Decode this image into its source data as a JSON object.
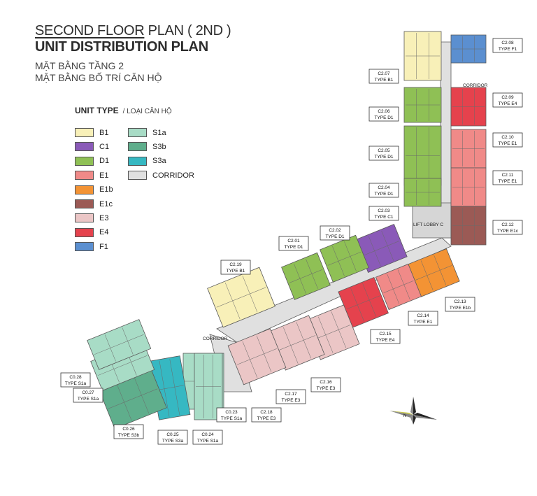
{
  "header": {
    "title_part1": "SECOND FLOOR",
    "title_part2": " PLAN ( 2ND )",
    "title_line2": "UNIT DISTRIBUTION PLAN",
    "subtitle_line1": "MẶT BẰNG TẦNG 2",
    "subtitle_line2": "MẶT BẰNG BỐ TRÍ CĂN HỘ"
  },
  "legend": {
    "title": "UNIT TYPE",
    "title_vn": "/ LOẠI CĂN HỘ",
    "items": [
      {
        "label": "B1",
        "color": "#f8f0b8"
      },
      {
        "label": "C1",
        "color": "#8a5ab8"
      },
      {
        "label": "D1",
        "color": "#8fc055"
      },
      {
        "label": "E1",
        "color": "#f08a88"
      },
      {
        "label": "E1b",
        "color": "#f39334"
      },
      {
        "label": "E1c",
        "color": "#9b5a55"
      },
      {
        "label": "E3",
        "color": "#ebc6c6"
      },
      {
        "label": "E4",
        "color": "#e5424d"
      },
      {
        "label": "F1",
        "color": "#5b8fd0"
      },
      {
        "label": "S1a",
        "color": "#a8dcc6"
      },
      {
        "label": "S3b",
        "color": "#5fae8c"
      },
      {
        "label": "S3a",
        "color": "#36b8c2"
      },
      {
        "label": "CORRIDOR",
        "color": "#e0e0e0"
      }
    ]
  },
  "plan": {
    "corridor_label_1": "CORRIDOR",
    "corridor_label_2": "CORRIDOR",
    "lift_lobby": "LIFT LOBBY C",
    "compass_letter": "N",
    "units": [
      {
        "code": "C2.08",
        "type": "TYPE F1"
      },
      {
        "code": "C2.07",
        "type": "TYPE B1"
      },
      {
        "code": "C2.09",
        "type": "TYPE E4"
      },
      {
        "code": "C2.06",
        "type": "TYPE D1"
      },
      {
        "code": "C2.10",
        "type": "TYPE E1"
      },
      {
        "code": "C2.05",
        "type": "TYPE D1"
      },
      {
        "code": "C2.11",
        "type": "TYPE E1"
      },
      {
        "code": "C2.04",
        "type": "TYPE D1"
      },
      {
        "code": "C2.03",
        "type": "TYPE C1"
      },
      {
        "code": "C2.12",
        "type": "TYPE E1c"
      },
      {
        "code": "C2.02",
        "type": "TYPE D1"
      },
      {
        "code": "C2.01",
        "type": "TYPE D1"
      },
      {
        "code": "C2.19",
        "type": "TYPE B1"
      },
      {
        "code": "C2.13",
        "type": "TYPE E1b"
      },
      {
        "code": "C2.14",
        "type": "TYPE E1"
      },
      {
        "code": "C2.15",
        "type": "TYPE E4"
      },
      {
        "code": "C2.16",
        "type": "TYPE E3"
      },
      {
        "code": "C2.17",
        "type": "TYPE E3"
      },
      {
        "code": "C2.18",
        "type": "TYPE E3"
      },
      {
        "code": "C0.23",
        "type": "TYPE S1a"
      },
      {
        "code": "C0.24",
        "type": "TYPE S1a"
      },
      {
        "code": "C0.25",
        "type": "TYPE S3a"
      },
      {
        "code": "C0.26",
        "type": "TYPE S3b"
      },
      {
        "code": "C0.27",
        "type": "TYPE S1a"
      },
      {
        "code": "C0.28",
        "type": "TYPE S1a"
      }
    ]
  }
}
